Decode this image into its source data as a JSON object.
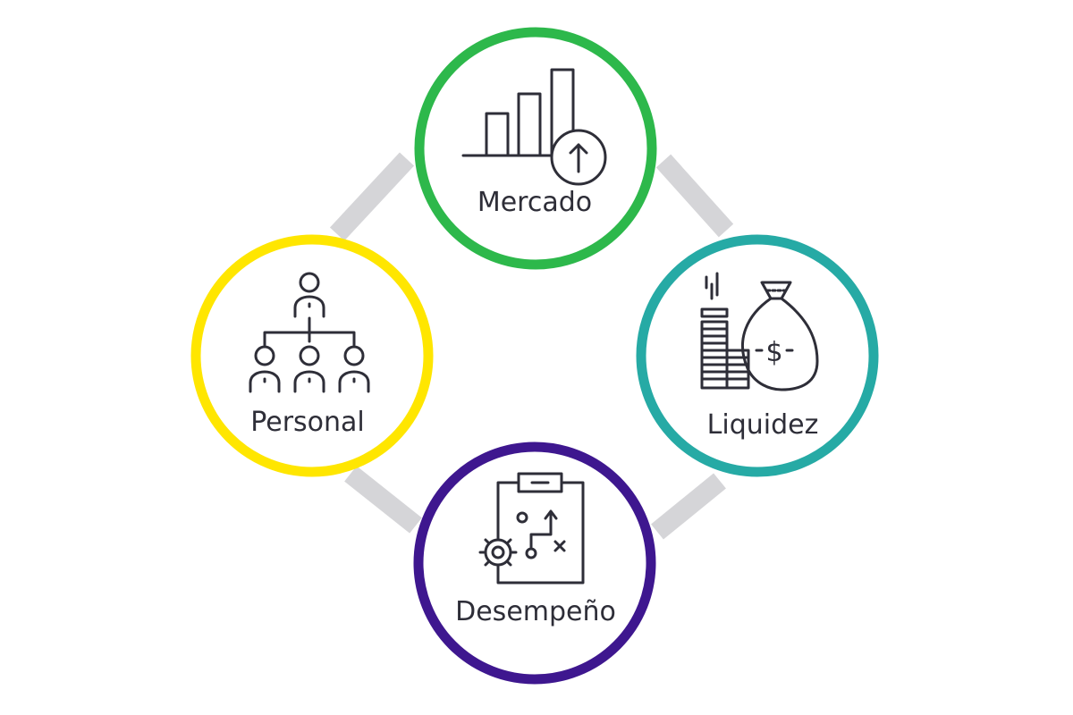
{
  "nodes": [
    {
      "id": "mercado",
      "label": "Mercado",
      "color": "#2db84b",
      "icon": "bar-chart-up-icon"
    },
    {
      "id": "liquidez",
      "label": "Liquidez",
      "color": "#26aaa5",
      "icon": "money-bag-coins-icon"
    },
    {
      "id": "desempeno",
      "label": "Desempeño",
      "color": "#3e178f",
      "icon": "clipboard-strategy-icon"
    },
    {
      "id": "personal",
      "label": "Personal",
      "color": "#ffe600",
      "icon": "org-chart-icon"
    }
  ],
  "connector_color": "#d5d5d8",
  "icon_color": "#2e2e38"
}
